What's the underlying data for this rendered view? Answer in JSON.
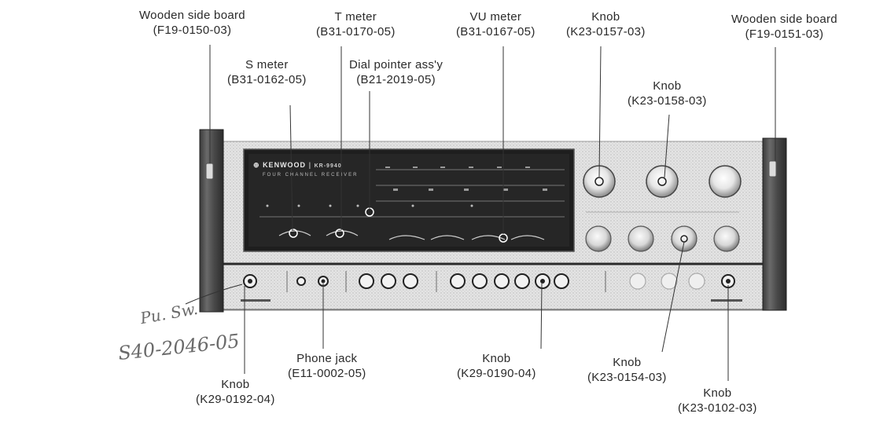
{
  "brand": "KENWOOD",
  "model": "KR-9940",
  "subtitle": "FOUR CHANNEL RECEIVER",
  "callouts": [
    {
      "id": "wood_left",
      "name": "Wooden side board",
      "part": "(F19-0150-03)"
    },
    {
      "id": "t_meter",
      "name": "T meter",
      "part": "(B31-0170-05)"
    },
    {
      "id": "vu_meter",
      "name": "VU meter",
      "part": "(B31-0167-05)"
    },
    {
      "id": "knob_k23_0157",
      "name": "Knob",
      "part": "(K23-0157-03)"
    },
    {
      "id": "wood_right",
      "name": "Wooden side board",
      "part": "(F19-0151-03)"
    },
    {
      "id": "s_meter",
      "name": "S meter",
      "part": "(B31-0162-05)"
    },
    {
      "id": "dial_pointer",
      "name": "Dial pointer ass'y",
      "part": "(B21-2019-05)"
    },
    {
      "id": "knob_k23_0158",
      "name": "Knob",
      "part": "(K23-0158-03)"
    },
    {
      "id": "phone_jack",
      "name": "Phone jack",
      "part": "(E11-0002-05)"
    },
    {
      "id": "knob_k29_0190",
      "name": "Knob",
      "part": "(K29-0190-04)"
    },
    {
      "id": "knob_k23_0154",
      "name": "Knob",
      "part": "(K23-0154-03)"
    },
    {
      "id": "knob_k29_0192",
      "name": "Knob",
      "part": "(K29-0192-04)"
    },
    {
      "id": "knob_k23_0102",
      "name": "Knob",
      "part": "(K23-0102-03)"
    }
  ],
  "handwritten": {
    "line1": "Pu. Sw.",
    "line2": "S40-2046-05"
  }
}
